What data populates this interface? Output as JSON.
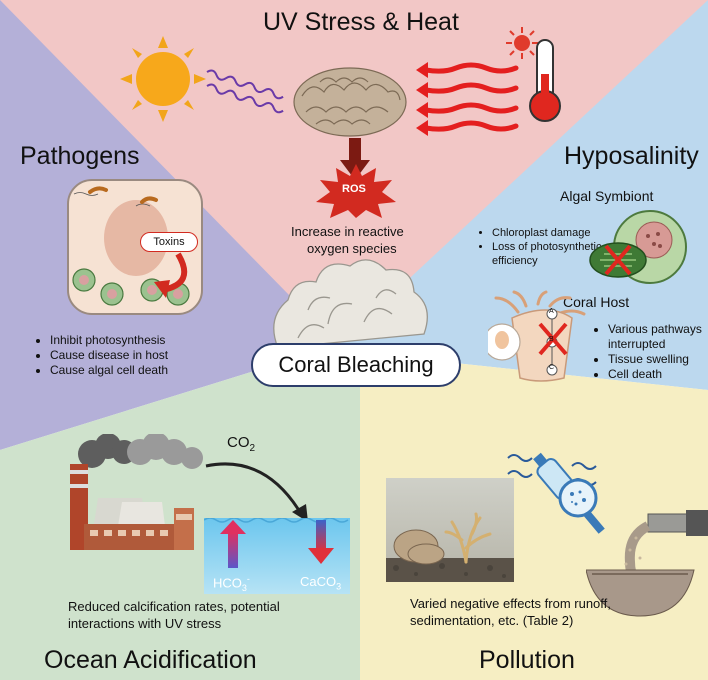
{
  "colors": {
    "uv_heat": "#f2c7c6",
    "pathogens": "#b4b0d8",
    "hyposalinity": "#bcd8ee",
    "acidification": "#cfe2cc",
    "pollution": "#f6eec3",
    "accent_red": "#d9261c",
    "pill_border": "#2d3e6b"
  },
  "center": {
    "label": "Coral Bleaching"
  },
  "uv_heat": {
    "title": "UV Stress & Heat",
    "ros_badge": "ROS",
    "caption_line1": "Increase in reactive",
    "caption_line2": "oxygen species"
  },
  "pathogens": {
    "title": "Pathogens",
    "toxins_label": "Toxins",
    "bullets": [
      "Inhibit photosynthesis",
      "Cause disease in host",
      "Cause algal cell death"
    ]
  },
  "hyposalinity": {
    "title": "Hyposalinity",
    "algal": {
      "title": "Algal Symbiont",
      "bullets": [
        "Chloroplast damage",
        "Loss of photosynthetic",
        "efficiency"
      ]
    },
    "host": {
      "title": "Coral Host",
      "bullets": [
        "Various pathways",
        "interrupted",
        "Tissue swelling",
        "Cell death"
      ]
    },
    "pathway_nodes": [
      "A",
      "B",
      "C"
    ]
  },
  "acidification": {
    "title": "Ocean Acidification",
    "co2": "CO",
    "co2_sub": "2",
    "hco3": "HCO",
    "hco3_sub": "3",
    "hco3_sup": "-",
    "caco3": "CaCO",
    "caco3_sub": "3",
    "caption_line1": "Reduced calcification rates, potential",
    "caption_line2": "interactions with UV stress"
  },
  "pollution": {
    "title": "Pollution",
    "caption_line1": "Varied negative effects from runoff,",
    "caption_line2": "sedimentation, etc. (Table 2)"
  }
}
